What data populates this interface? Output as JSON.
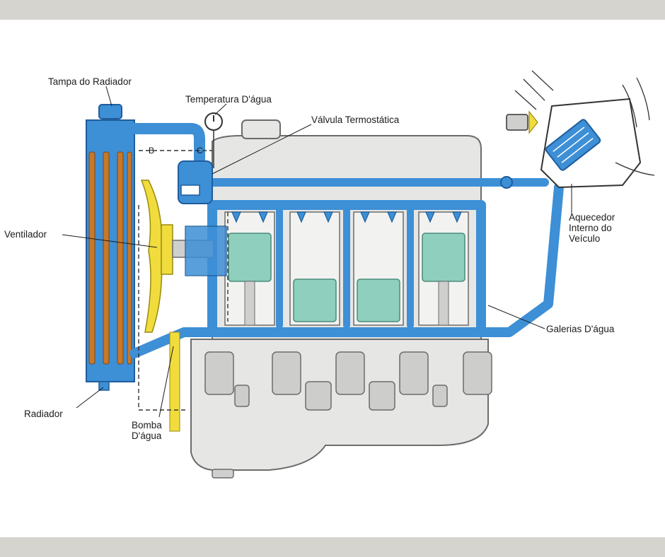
{
  "labels": {
    "radiator_cap": "Tampa do Radiador",
    "water_temperature": "Temperatura D'água",
    "thermostatic_valve": "Válvula Termostática",
    "fan": "Ventilador",
    "heater_line1": "Aquecedor",
    "heater_line2": "Interno do",
    "heater_line3": "Veículo",
    "water_galleries": "Galerias D'água",
    "radiator": "Radiador",
    "water_pump_line1": "Bomba",
    "water_pump_line2": "D'água",
    "marker_b": "B",
    "marker_c": "C"
  },
  "colors": {
    "coolant": "#3d8fd6",
    "coolant_dark": "#1f5d9c",
    "engine_block": "#e4e4e2",
    "engine_outline": "#6c6c6c",
    "piston": "#8fcfbe",
    "fan_blade": "#f0dc3c",
    "radiator_core": "#c8782a",
    "border_band": "#d6d4cf"
  }
}
